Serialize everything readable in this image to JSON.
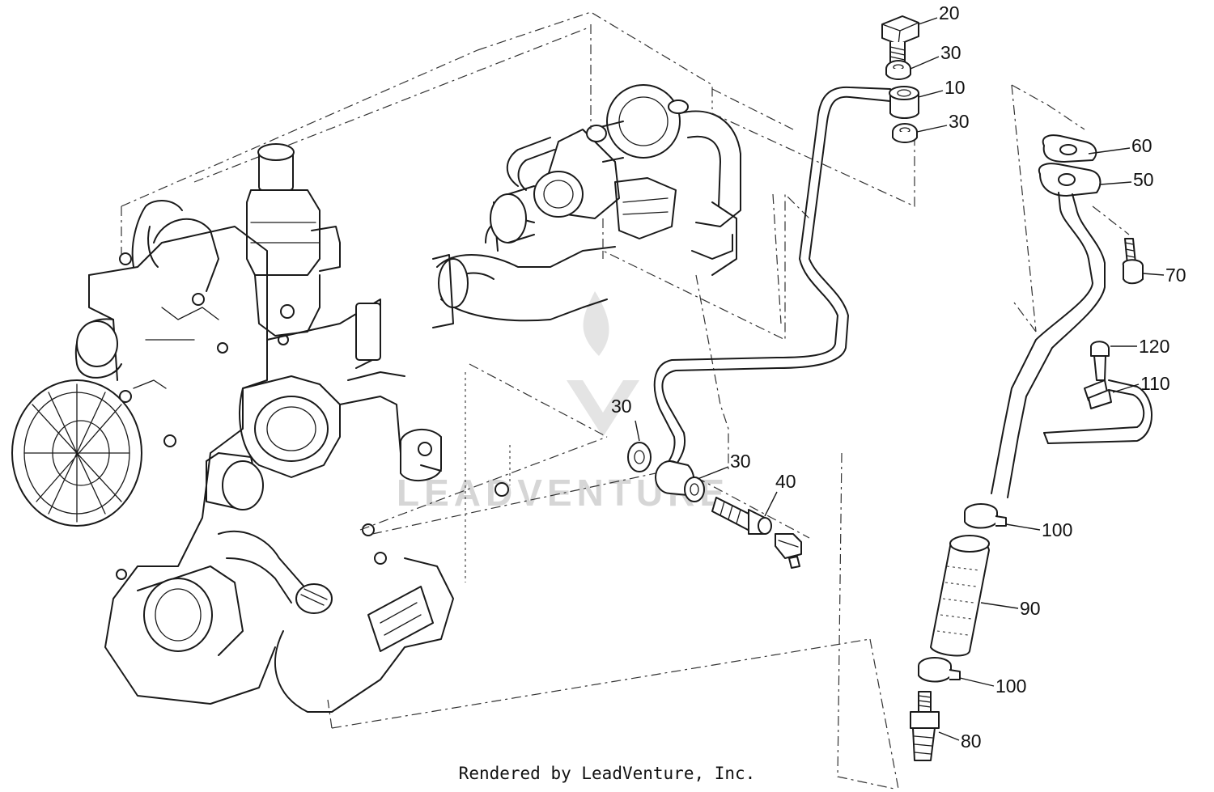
{
  "watermark": "LEADVENTURE",
  "footer": "Rendered by LeadVenture, Inc.",
  "callouts": {
    "c20": "20",
    "c30a": "30",
    "c10": "10",
    "c30b": "30",
    "c60": "60",
    "c50": "50",
    "c70": "70",
    "c120": "120",
    "c110": "110",
    "c30c": "30",
    "c30d": "30",
    "c40": "40",
    "c100a": "100",
    "c90": "90",
    "c100b": "100",
    "c80": "80"
  }
}
